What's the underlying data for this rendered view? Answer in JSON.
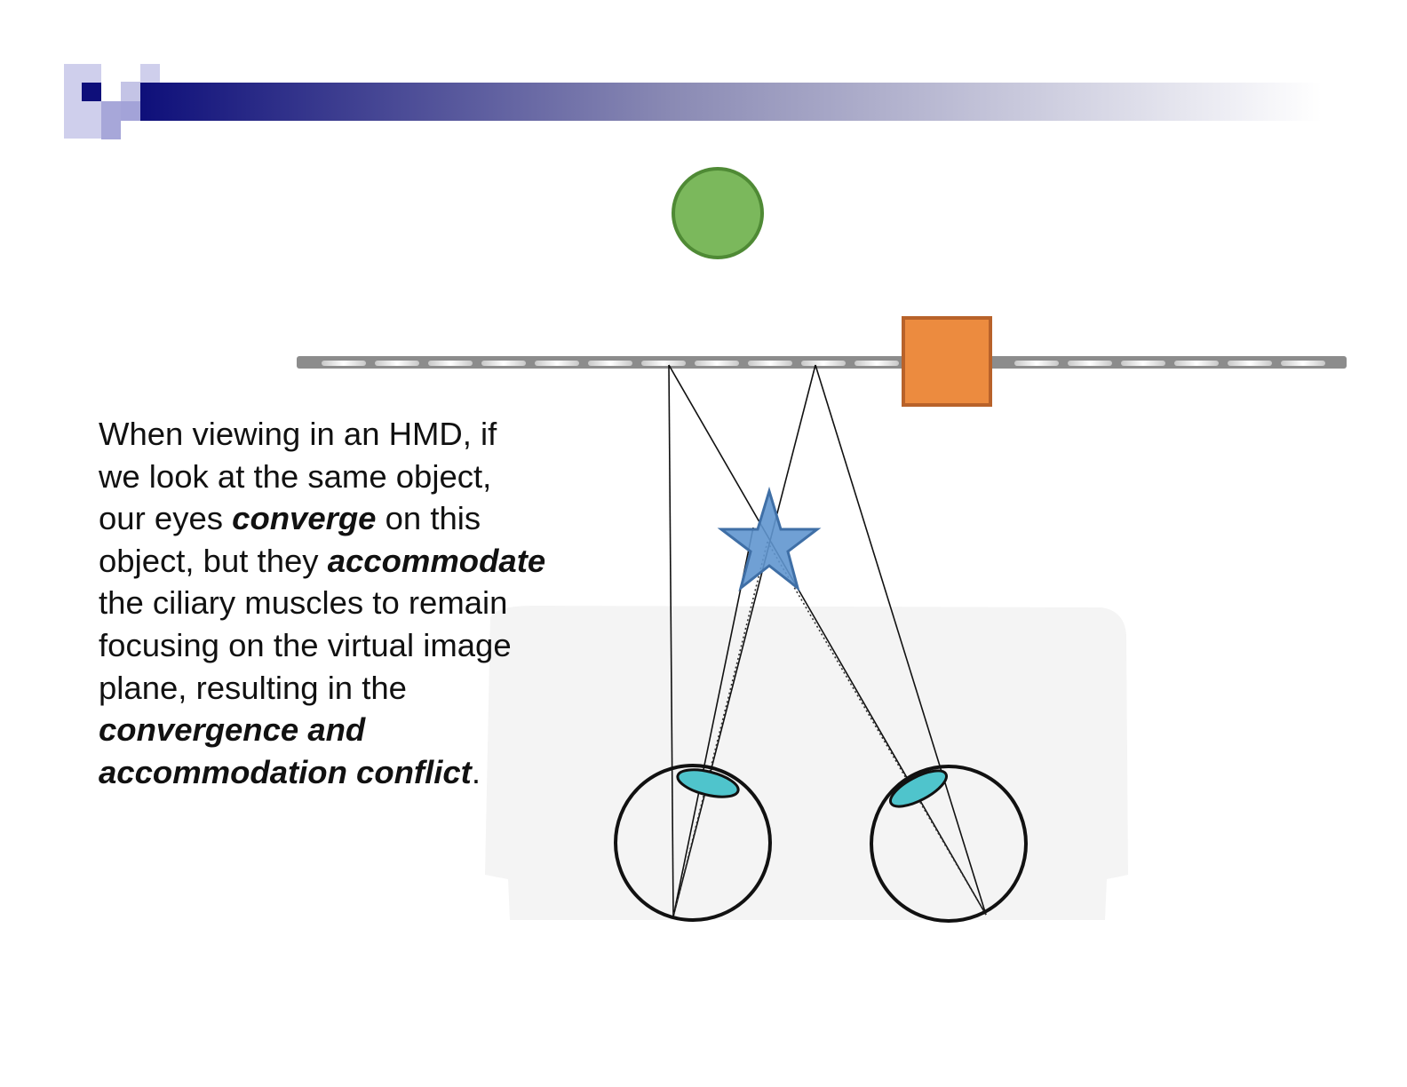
{
  "colors": {
    "header_bar_dark": "#0e0f7a",
    "header_square_light": "#c9c9ea",
    "header_square_mid": "#a3a3d8",
    "circle_fill": "#7bb85c",
    "circle_stroke": "#4f8a35",
    "square_fill": "#ec8b3f",
    "square_stroke": "#b8622a",
    "star_fill": "#6196cf",
    "star_stroke": "#3f6fa6",
    "lens_fill": "#4fc4cc",
    "image_plane": "#8c8c8c",
    "eye_region_bg": "#f3f3f3",
    "text": "#111111"
  },
  "shapes": {
    "far_object": "circle",
    "image_plane_object": "square",
    "focus_target": "star",
    "eyes": [
      "left-eye",
      "right-eye"
    ]
  },
  "body": {
    "line1": "When viewing in an HMD, if",
    "line2": "we look at the same object,",
    "line3_pre": "our eyes ",
    "line3_em": "converge",
    "line3_post": " on this",
    "line4_pre": "object, but they ",
    "line4_em": "accommodate",
    "line5": "the ciliary muscles to remain",
    "line6": "focusing on the virtual image",
    "line7": "plane, resulting in the",
    "line8_em": "convergence and",
    "line9_em": "accommodation conflict",
    "line9_post": "."
  }
}
